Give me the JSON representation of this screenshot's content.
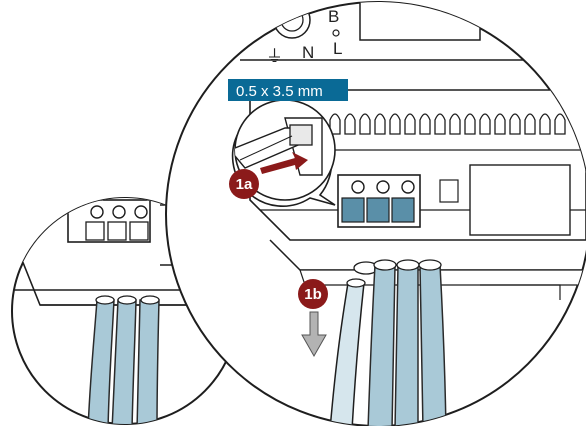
{
  "diagram": {
    "terminal_labels": {
      "pe": "⏚",
      "n": "N",
      "l": "L",
      "b": "B"
    },
    "screwdriver_spec": "0.5 x 3.5 mm",
    "steps": {
      "a": "1a",
      "b": "1b"
    },
    "colors": {
      "cable_fill": "#a9c9d7",
      "cable_outline": "#2a2a2a",
      "spec_label_bg": "#0a6a96",
      "step_badge": "#8b1a1a",
      "arrow_fill": "#b3b3b3",
      "terminal_block": "#5a8fa8",
      "outline": "#1e1e1e",
      "device_fill": "#ffffff"
    }
  }
}
